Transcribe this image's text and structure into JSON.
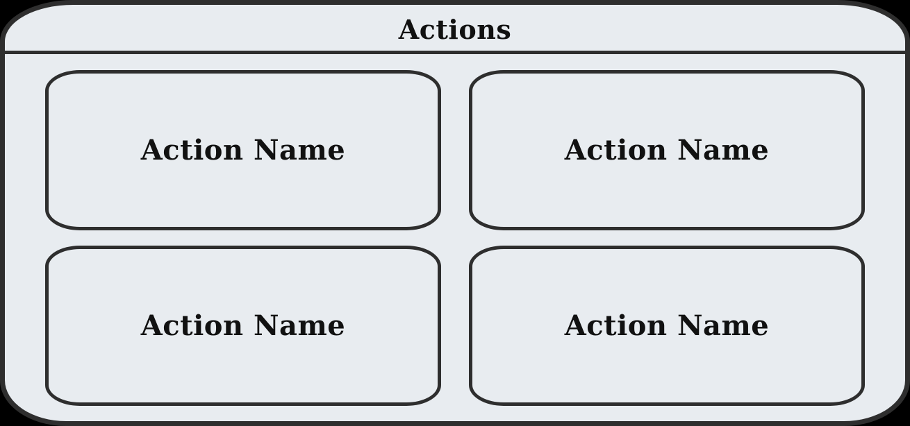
{
  "panel": {
    "title": "Actions"
  },
  "actions": [
    {
      "label": "Action Name"
    },
    {
      "label": "Action Name"
    },
    {
      "label": "Action Name"
    },
    {
      "label": "Action Name"
    }
  ],
  "colors": {
    "fill": "#E8ECF0",
    "border": "#2E2E2E",
    "text": "#111111",
    "outside": "#000000"
  }
}
